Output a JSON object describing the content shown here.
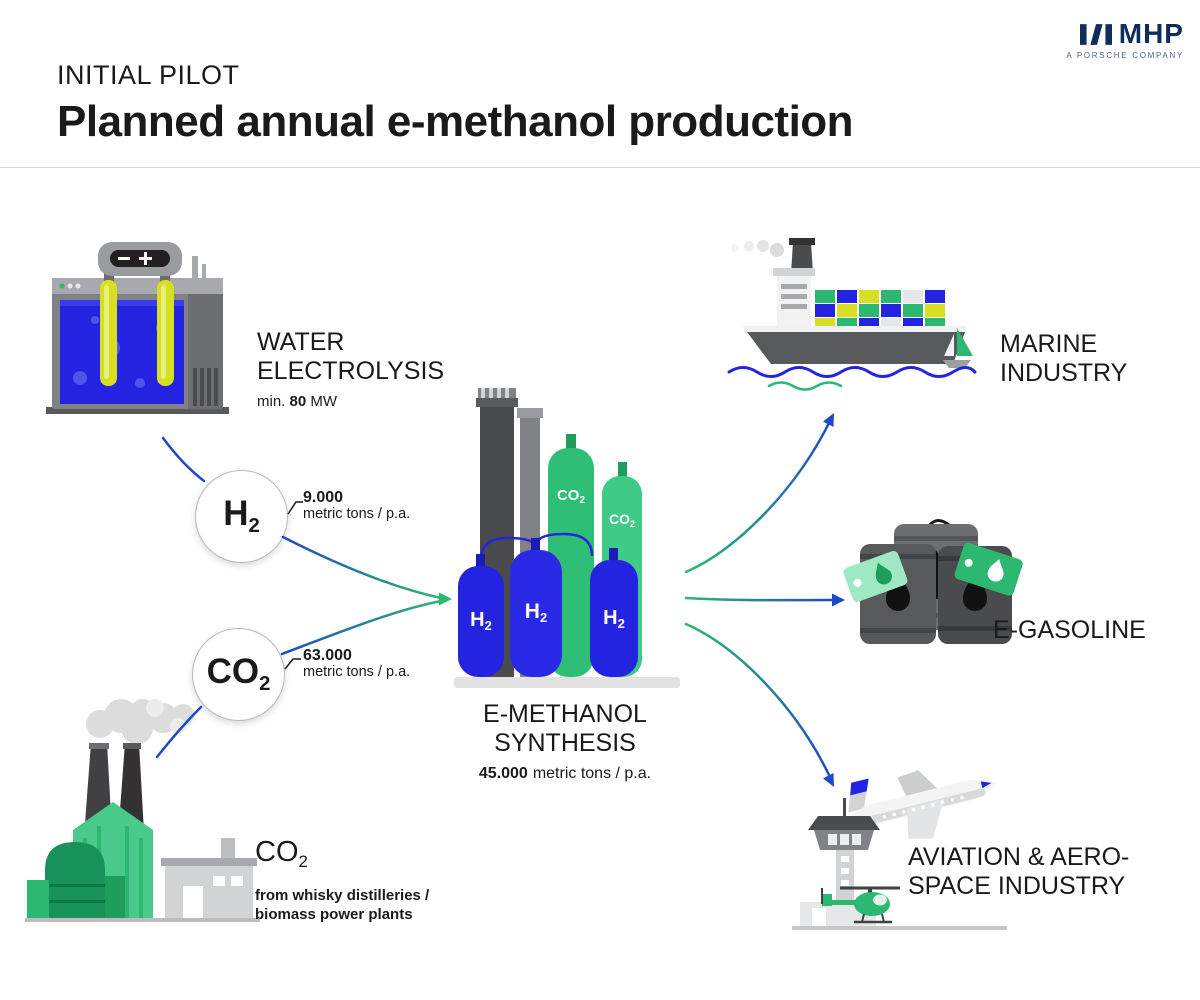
{
  "header": {
    "kicker": "INITIAL PILOT",
    "title": "Planned annual e-methanol production"
  },
  "logo": {
    "name": "MHP",
    "tagline": "A PORSCHE COMPANY"
  },
  "inputs": {
    "electrolysis": {
      "label_line1": "WATER",
      "label_line2": "ELECTROLYSIS",
      "detail_prefix": "min.",
      "detail_value": "80",
      "detail_unit": "MW"
    },
    "h2_node": {
      "symbol": "H",
      "symbol_sub": "2",
      "amount": "9.000",
      "unit": "metric tons / p.a."
    },
    "co2_node": {
      "symbol": "CO",
      "symbol_sub": "2",
      "amount": "63.000",
      "unit": "metric tons / p.a."
    },
    "co2_source": {
      "symbol": "CO",
      "symbol_sub": "2",
      "detail_line1": "from whisky distilleries /",
      "detail_line2": "biomass power plants"
    }
  },
  "process": {
    "label_line1": "E-METHANOL",
    "label_line2": "SYNTHESIS",
    "amount": "45.000",
    "unit": "metric tons / p.a.",
    "tanks": {
      "co2_main": "CO",
      "co2_sub": "2",
      "h2_main": "H",
      "h2_sub": "2"
    }
  },
  "outputs": {
    "marine": {
      "label_line1": "MARINE",
      "label_line2": "INDUSTRY"
    },
    "e_gasoline": {
      "label": "E-GASOLINE"
    },
    "aviation": {
      "label_line1": "AVIATION & AERO-",
      "label_line2": "SPACE INDUSTRY"
    }
  },
  "colors": {
    "accent_blue": "#2424e0",
    "arrow_blue": "#1d49c8",
    "accent_green": "#2db871",
    "logo_navy": "#0f2d5c"
  }
}
